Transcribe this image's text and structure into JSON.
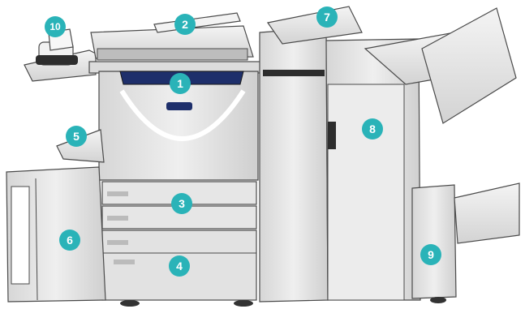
{
  "callouts": [
    {
      "id": "1",
      "label": "1"
    },
    {
      "id": "2",
      "label": "2"
    },
    {
      "id": "3",
      "label": "3"
    },
    {
      "id": "4",
      "label": "4"
    },
    {
      "id": "5",
      "label": "5"
    },
    {
      "id": "6",
      "label": "6"
    },
    {
      "id": "7",
      "label": "7"
    },
    {
      "id": "8",
      "label": "8"
    },
    {
      "id": "9",
      "label": "9"
    },
    {
      "id": "10",
      "label": "10"
    }
  ],
  "colors": {
    "callout_fill": "#2ab3b8",
    "callout_text": "#ffffff",
    "body_light": "#e8e8e8",
    "body_shade": "#c9c9c9",
    "outline": "#4a4a4a",
    "panel_navy": "#1e2f6b"
  }
}
